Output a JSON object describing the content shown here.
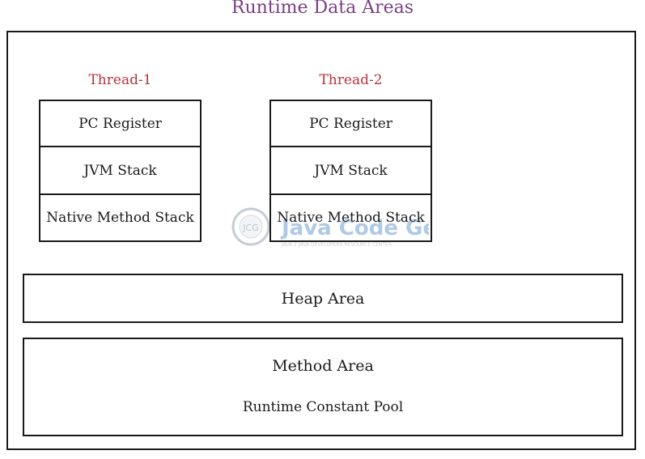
{
  "title": "Runtime Data Areas",
  "colors": {
    "title": "#7a3e86",
    "thread_label": "#b8333c",
    "border": "#1a1a1a"
  },
  "threads": [
    {
      "label": "Thread-1",
      "cells": [
        "PC Register",
        "JVM Stack",
        "Native Method Stack"
      ]
    },
    {
      "label": "Thread-2",
      "cells": [
        "PC Register",
        "JVM Stack",
        "Native Method Stack"
      ]
    }
  ],
  "heap": {
    "label": "Heap Area"
  },
  "method_area": {
    "label": "Method Area",
    "sub_label": "Runtime Constant Pool"
  },
  "watermark": {
    "logo": "JCG",
    "brand": "Java Code Geeks",
    "tagline": "JAVA 2 JAVA DEVELOPERS RESOURCE CENTER"
  }
}
